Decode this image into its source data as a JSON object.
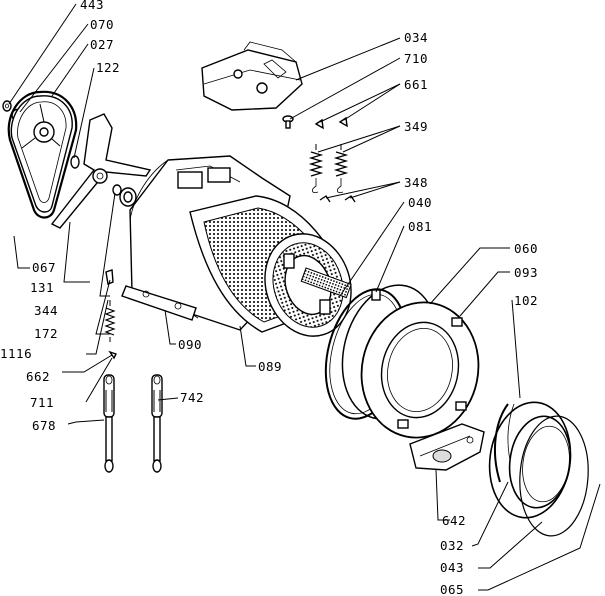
{
  "diagram": {
    "labels": [
      {
        "id": "443",
        "text": "443"
      },
      {
        "id": "070",
        "text": "070"
      },
      {
        "id": "027",
        "text": "027"
      },
      {
        "id": "122",
        "text": "122"
      },
      {
        "id": "067",
        "text": "067"
      },
      {
        "id": "131",
        "text": "131"
      },
      {
        "id": "344",
        "text": "344"
      },
      {
        "id": "172",
        "text": "172"
      },
      {
        "id": "1116",
        "text": "1116"
      },
      {
        "id": "662",
        "text": "662"
      },
      {
        "id": "711",
        "text": "711"
      },
      {
        "id": "678",
        "text": "678"
      },
      {
        "id": "742",
        "text": "742"
      },
      {
        "id": "090",
        "text": "090"
      },
      {
        "id": "089",
        "text": "089"
      },
      {
        "id": "034",
        "text": "034"
      },
      {
        "id": "710",
        "text": "710"
      },
      {
        "id": "661",
        "text": "661"
      },
      {
        "id": "349",
        "text": "349"
      },
      {
        "id": "348",
        "text": "348"
      },
      {
        "id": "040",
        "text": "040"
      },
      {
        "id": "081",
        "text": "081"
      },
      {
        "id": "060",
        "text": "060"
      },
      {
        "id": "093",
        "text": "093"
      },
      {
        "id": "102",
        "text": "102"
      },
      {
        "id": "642",
        "text": "642"
      },
      {
        "id": "032",
        "text": "032"
      },
      {
        "id": "043",
        "text": "043"
      },
      {
        "id": "065",
        "text": "065"
      }
    ]
  }
}
